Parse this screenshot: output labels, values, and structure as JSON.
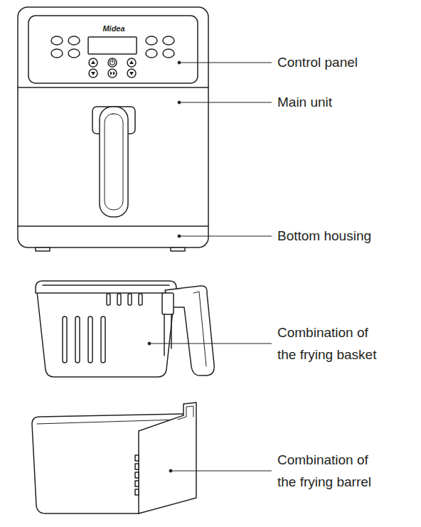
{
  "diagram": {
    "labels": [
      "Midea",
      "Control panel",
      "Main unit",
      "Bottom housing",
      "Combination of the frying basket",
      "Combination of the frying barrel"
    ]
  }
}
